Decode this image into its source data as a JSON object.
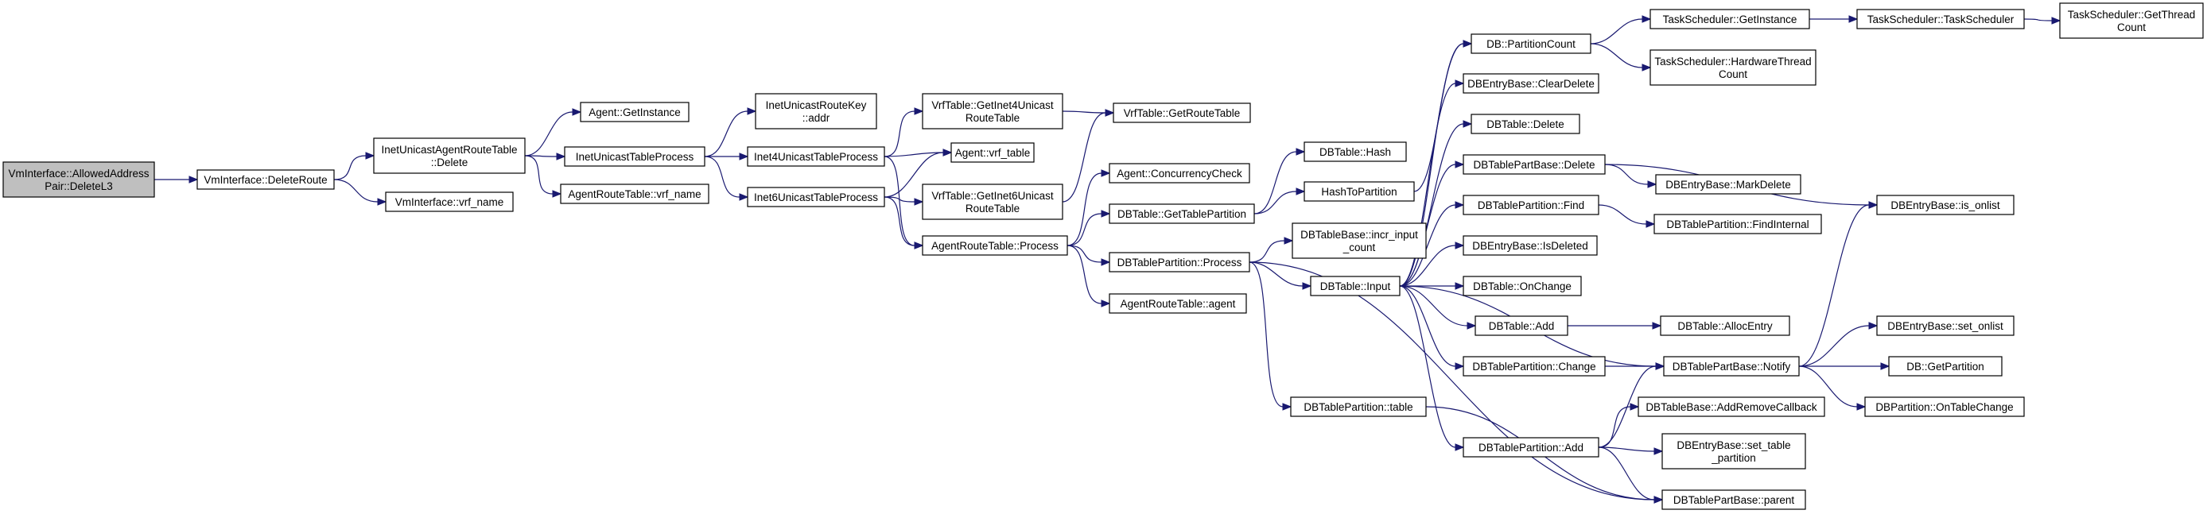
{
  "nodes": [
    {
      "id": "allowed",
      "lines": [
        "VmInterface::AllowedAddress",
        "Pair::DeleteL3"
      ],
      "root": true
    },
    {
      "id": "deleteroute",
      "lines": [
        "VmInterface::DeleteRoute"
      ]
    },
    {
      "id": "inetucagent",
      "lines": [
        "InetUnicastAgentRouteTable",
        "::Delete"
      ]
    },
    {
      "id": "vrfname",
      "lines": [
        "VmInterface::vrf_name"
      ]
    },
    {
      "id": "agentgetinst",
      "lines": [
        "Agent::GetInstance"
      ]
    },
    {
      "id": "inetuctp",
      "lines": [
        "InetUnicastTableProcess"
      ]
    },
    {
      "id": "artvrfname",
      "lines": [
        "AgentRouteTable::vrf_name"
      ]
    },
    {
      "id": "inetucrkaddr",
      "lines": [
        "InetUnicastRouteKey",
        "::addr"
      ]
    },
    {
      "id": "inet4uctp",
      "lines": [
        "Inet4UnicastTableProcess"
      ]
    },
    {
      "id": "inet6uctp",
      "lines": [
        "Inet6UnicastTableProcess"
      ]
    },
    {
      "id": "vrfgetinet4",
      "lines": [
        "VrfTable::GetInet4Unicast",
        "RouteTable"
      ]
    },
    {
      "id": "agentvrftable",
      "lines": [
        "Agent::vrf_table"
      ]
    },
    {
      "id": "vrfgetinet6",
      "lines": [
        "VrfTable::GetInet6Unicast",
        "RouteTable"
      ]
    },
    {
      "id": "artprocess",
      "lines": [
        "AgentRouteTable::Process"
      ]
    },
    {
      "id": "vrfgetrt",
      "lines": [
        "VrfTable::GetRouteTable"
      ]
    },
    {
      "id": "agentconc",
      "lines": [
        "Agent::ConcurrencyCheck"
      ]
    },
    {
      "id": "dbgettp",
      "lines": [
        "DBTable::GetTablePartition"
      ]
    },
    {
      "id": "dbtpprocess",
      "lines": [
        "DBTablePartition::Process"
      ]
    },
    {
      "id": "artagent",
      "lines": [
        "AgentRouteTable::agent"
      ]
    },
    {
      "id": "dbtablehash",
      "lines": [
        "DBTable::Hash"
      ]
    },
    {
      "id": "hashtopart",
      "lines": [
        "HashToPartition"
      ]
    },
    {
      "id": "dbtbincr",
      "lines": [
        "DBTableBase::incr_input",
        "_count"
      ]
    },
    {
      "id": "dbtableinput",
      "lines": [
        "DBTable::Input"
      ]
    },
    {
      "id": "dbtptable",
      "lines": [
        "DBTablePartition::table"
      ]
    },
    {
      "id": "dbpartcount",
      "lines": [
        "DB::PartitionCount"
      ]
    },
    {
      "id": "dbebclear",
      "lines": [
        "DBEntryBase::ClearDelete"
      ]
    },
    {
      "id": "dbtabledelete",
      "lines": [
        "DBTable::Delete"
      ]
    },
    {
      "id": "dbtpbdelete",
      "lines": [
        "DBTablePartBase::Delete"
      ]
    },
    {
      "id": "dbtpfind",
      "lines": [
        "DBTablePartition::Find"
      ]
    },
    {
      "id": "dbebisdel",
      "lines": [
        "DBEntryBase::IsDeleted"
      ]
    },
    {
      "id": "dbtableonchange",
      "lines": [
        "DBTable::OnChange"
      ]
    },
    {
      "id": "dbtableadd",
      "lines": [
        "DBTable::Add"
      ]
    },
    {
      "id": "dbtpchange",
      "lines": [
        "DBTablePartition::Change"
      ]
    },
    {
      "id": "dbtpadd",
      "lines": [
        "DBTablePartition::Add"
      ]
    },
    {
      "id": "tsgetinst",
      "lines": [
        "TaskScheduler::GetInstance"
      ]
    },
    {
      "id": "tshwtc",
      "lines": [
        "TaskScheduler::HardwareThread",
        "Count"
      ]
    },
    {
      "id": "tsts",
      "lines": [
        "TaskScheduler::TaskScheduler"
      ]
    },
    {
      "id": "tsgettc",
      "lines": [
        "TaskScheduler::GetThread",
        "Count"
      ]
    },
    {
      "id": "dbebmarkdel",
      "lines": [
        "DBEntryBase::MarkDelete"
      ]
    },
    {
      "id": "dbtpfindint",
      "lines": [
        "DBTablePartition::FindInternal"
      ]
    },
    {
      "id": "dbtableallocentry",
      "lines": [
        "DBTable::AllocEntry"
      ]
    },
    {
      "id": "dbtpbnotify",
      "lines": [
        "DBTablePartBase::Notify"
      ]
    },
    {
      "id": "dbtbaddremcb",
      "lines": [
        "DBTableBase::AddRemoveCallback"
      ]
    },
    {
      "id": "dbebsettp",
      "lines": [
        "DBEntryBase::set_table",
        "_partition"
      ]
    },
    {
      "id": "dbtpbparent",
      "lines": [
        "DBTablePartBase::parent"
      ]
    },
    {
      "id": "dbebisonlist",
      "lines": [
        "DBEntryBase::is_onlist"
      ]
    },
    {
      "id": "dbebsetonlist",
      "lines": [
        "DBEntryBase::set_onlist"
      ]
    },
    {
      "id": "dbgetpart",
      "lines": [
        "DB::GetPartition"
      ]
    },
    {
      "id": "dbponchange",
      "lines": [
        "DBPartition::OnTableChange"
      ]
    }
  ],
  "edges": [
    {
      "from": "allowed",
      "to": "deleteroute"
    },
    {
      "from": "deleteroute",
      "to": "inetucagent"
    },
    {
      "from": "deleteroute",
      "to": "vrfname"
    },
    {
      "from": "inetucagent",
      "to": "agentgetinst"
    },
    {
      "from": "inetucagent",
      "to": "inetuctp"
    },
    {
      "from": "inetucagent",
      "to": "artvrfname"
    },
    {
      "from": "inetuctp",
      "to": "inetucrkaddr"
    },
    {
      "from": "inetuctp",
      "to": "inet4uctp"
    },
    {
      "from": "inetuctp",
      "to": "inet6uctp"
    },
    {
      "from": "inet4uctp",
      "to": "vrfgetinet4"
    },
    {
      "from": "inet4uctp",
      "to": "agentvrftable"
    },
    {
      "from": "inet4uctp",
      "to": "artprocess"
    },
    {
      "from": "inet6uctp",
      "to": "agentvrftable"
    },
    {
      "from": "inet6uctp",
      "to": "vrfgetinet6"
    },
    {
      "from": "inet6uctp",
      "to": "artprocess"
    },
    {
      "from": "vrfgetinet4",
      "to": "vrfgetrt"
    },
    {
      "from": "vrfgetinet6",
      "to": "vrfgetrt"
    },
    {
      "from": "artprocess",
      "to": "agentconc"
    },
    {
      "from": "artprocess",
      "to": "dbgettp"
    },
    {
      "from": "artprocess",
      "to": "dbtpprocess"
    },
    {
      "from": "artprocess",
      "to": "artagent"
    },
    {
      "from": "dbgettp",
      "to": "dbtablehash"
    },
    {
      "from": "dbgettp",
      "to": "hashtopart"
    },
    {
      "from": "hashtopart",
      "to": "dbpartcount"
    },
    {
      "from": "dbtpprocess",
      "to": "dbtbincr"
    },
    {
      "from": "dbtpprocess",
      "to": "dbtableinput"
    },
    {
      "from": "dbtpprocess",
      "to": "dbtptable"
    },
    {
      "from": "dbtpprocess",
      "to": "dbtpbparent"
    },
    {
      "from": "dbtableinput",
      "to": "dbebclear"
    },
    {
      "from": "dbtableinput",
      "to": "dbtabledelete"
    },
    {
      "from": "dbtableinput",
      "to": "dbtpbdelete"
    },
    {
      "from": "dbtableinput",
      "to": "dbtpfind"
    },
    {
      "from": "dbtableinput",
      "to": "dbebisdel"
    },
    {
      "from": "dbtableinput",
      "to": "dbtableonchange"
    },
    {
      "from": "dbtableinput",
      "to": "dbtableadd"
    },
    {
      "from": "dbtableinput",
      "to": "dbtpchange"
    },
    {
      "from": "dbtableinput",
      "to": "dbtpadd"
    },
    {
      "from": "dbtableinput",
      "to": "dbtpbnotify"
    },
    {
      "from": "dbtableinput",
      "to": "dbpartcount"
    },
    {
      "from": "dbtptable",
      "to": "dbtpbparent"
    },
    {
      "from": "dbpartcount",
      "to": "tsgetinst"
    },
    {
      "from": "dbpartcount",
      "to": "tshwtc"
    },
    {
      "from": "tsgetinst",
      "to": "tsts"
    },
    {
      "from": "tsts",
      "to": "tsgettc"
    },
    {
      "from": "dbtpbdelete",
      "to": "dbebmarkdel"
    },
    {
      "from": "dbtpbdelete",
      "to": "dbebisonlist"
    },
    {
      "from": "dbtpfind",
      "to": "dbtpfindint"
    },
    {
      "from": "dbtableadd",
      "to": "dbtableallocentry"
    },
    {
      "from": "dbtpchange",
      "to": "dbtpbnotify"
    },
    {
      "from": "dbtpadd",
      "to": "dbtpbnotify"
    },
    {
      "from": "dbtpadd",
      "to": "dbtbaddremcb"
    },
    {
      "from": "dbtpadd",
      "to": "dbebsettp"
    },
    {
      "from": "dbtpadd",
      "to": "dbtpbparent"
    },
    {
      "from": "dbtpbnotify",
      "to": "dbebisonlist"
    },
    {
      "from": "dbtpbnotify",
      "to": "dbebsetonlist"
    },
    {
      "from": "dbtpbnotify",
      "to": "dbgetpart"
    },
    {
      "from": "dbtpbnotify",
      "to": "dbponchange"
    }
  ]
}
